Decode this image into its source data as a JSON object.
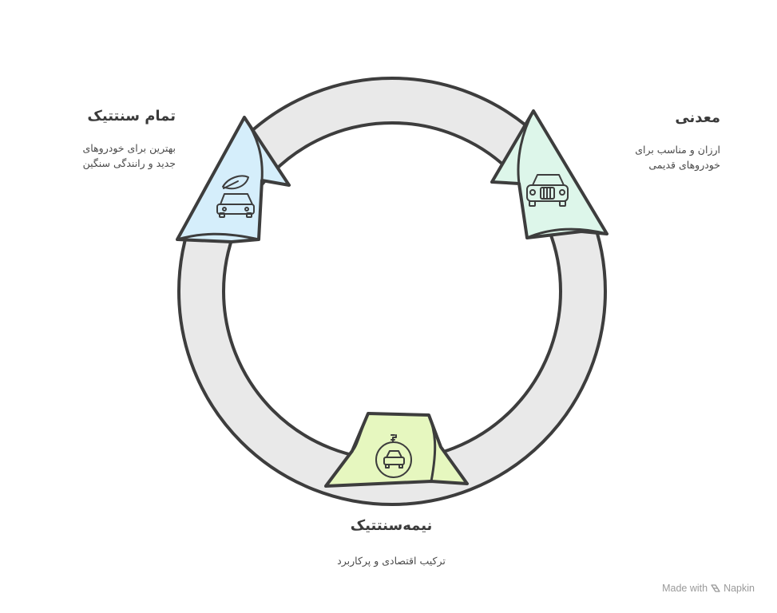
{
  "diagram": {
    "colors": {
      "ring_fill": "#e9e9e9",
      "outline": "#3d3d3d",
      "full_fill": "#d5eefb",
      "mineral_fill": "#ddf6ea",
      "semi_fill": "#e6f7bf",
      "icon_stroke": "#3d3d3d"
    },
    "nodes": [
      {
        "id": "full",
        "title": "تمام سنتتیک",
        "description_lines": [
          "بهترین برای خودروهای",
          "جدید و رانندگی سنگین"
        ],
        "icon": "car-with-leaf-icon"
      },
      {
        "id": "mineral",
        "title": "معدنی",
        "description_lines": [
          "ارزان و مناسب برای",
          "خودروهای قدیمی"
        ],
        "icon": "classic-car-icon"
      },
      {
        "id": "semi",
        "title": "نیمه‌سنتتیک",
        "description_lines": [
          "ترکیب اقتصادی و پرکاربرد"
        ],
        "icon": "car-with-plug-icon"
      }
    ]
  },
  "watermark": {
    "made_with": "Made with",
    "brand": "Napkin"
  }
}
